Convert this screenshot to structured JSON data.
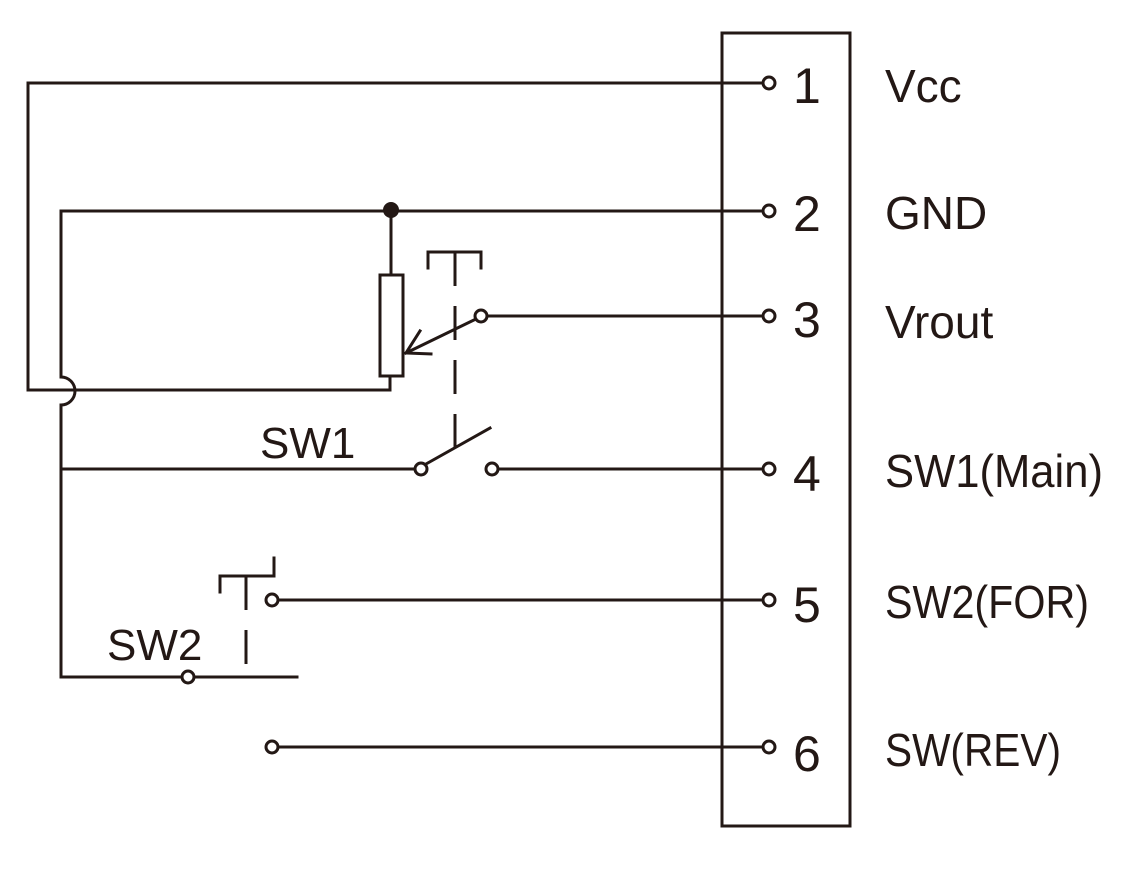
{
  "diagram": {
    "colors": {
      "line": "#231815",
      "background": "#ffffff"
    },
    "pins": [
      {
        "number": "1",
        "label": "Vcc"
      },
      {
        "number": "2",
        "label": "GND"
      },
      {
        "number": "3",
        "label": "Vrout"
      },
      {
        "number": "4",
        "label": "SW1(Main)"
      },
      {
        "number": "5",
        "label": "SW2(FOR)"
      },
      {
        "number": "6",
        "label": "SW(REV)"
      }
    ],
    "switches": {
      "sw1": "SW1",
      "sw2": "SW2"
    }
  }
}
